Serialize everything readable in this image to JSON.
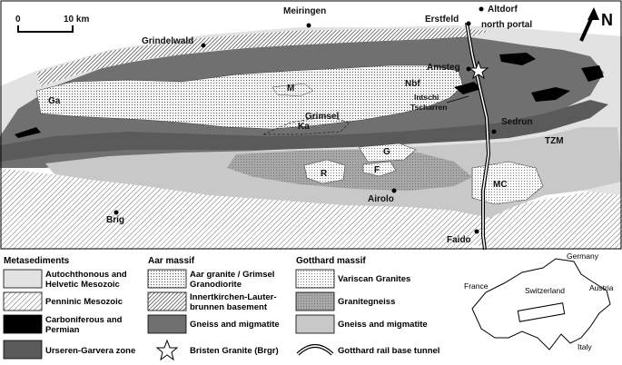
{
  "scale_bar": {
    "start_label": "0",
    "end_label": "10 km"
  },
  "north_label": "N",
  "places": {
    "meiringen": "Meiringen",
    "erstfeld": "Erstfeld",
    "altdorf": "Altdorf",
    "north_portal": "north portal",
    "grindelwald": "Grindelwald",
    "amsteg": "Amsteg",
    "intschi": "Intschi",
    "tscharren": "Tscharren",
    "sedrun": "Sedrun",
    "airolo": "Airolo",
    "brig": "Brig",
    "faido": "Faido"
  },
  "units": {
    "ga": "Ga",
    "m": "M",
    "nbf": "Nbf",
    "grimsel": "Grimsel",
    "ka": "Ka",
    "tzm": "TZM",
    "g": "G",
    "r": "R",
    "f": "F",
    "mc": "MC"
  },
  "legend": {
    "metasediments": {
      "title": "Metasediments",
      "items": [
        "Autochthonous and",
        "Helvetic Mesozoic",
        "Penninic Mesozoic",
        "Carboniferous and",
        "Permian",
        "Urseren-Garvera zone"
      ]
    },
    "aar": {
      "title": "Aar massif",
      "items": [
        "Aar granite / Grimsel",
        "Granodiorite",
        "Innertkirchen-Lauter-",
        "brunnen basement",
        "Gneiss and migmatite",
        "Bristen Granite (Brgr)"
      ]
    },
    "gotthard": {
      "title": "Gotthard massif",
      "items": [
        "Variscan Granites",
        "Granitegneiss",
        "Gneiss and migmatite",
        "Gotthard rail base tunnel"
      ]
    }
  },
  "inset": {
    "germany": "Germany",
    "france": "France",
    "switzerland": "Switzerland",
    "austria": "Austria",
    "italy": "Italy"
  },
  "colors": {
    "aar_gneiss": "#707070",
    "urseren": "#5a5a5a",
    "gotthard_gneiss": "#c8c8c8",
    "autochthonous": "#e2e2e2",
    "carboniferous": "#000000"
  }
}
